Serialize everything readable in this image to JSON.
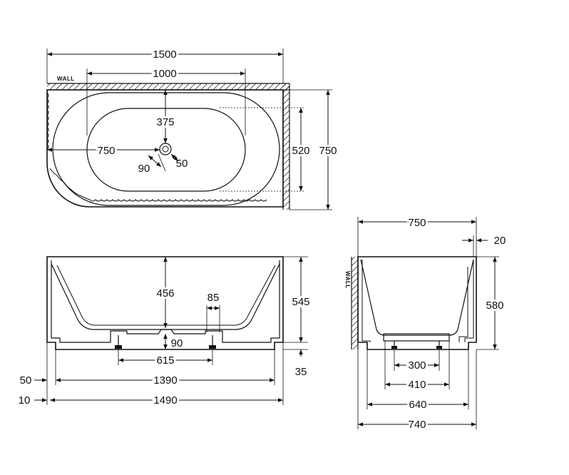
{
  "labels": {
    "wall_top": "WALL",
    "wall_side": "WALL"
  },
  "top_view": {
    "overall_width": "1500",
    "inner_width": "1000",
    "waste_offset": "375",
    "half_length": "750",
    "waste_a": "90",
    "waste_b": "50",
    "inner_depth": "520",
    "overall_depth": "750"
  },
  "front_view": {
    "inner_depth": "456",
    "foot_width": "85",
    "waste_drop": "90",
    "height": "545",
    "feet_spacing": "615",
    "base_gap": "35",
    "left_inset": "50",
    "base_width": "1390",
    "skirt_offset": "10",
    "total_width": "1490"
  },
  "side_view": {
    "top_width": "750",
    "rim": "20",
    "height": "580",
    "frame_inner": "300",
    "frame_outer": "410",
    "base_inner": "640",
    "base_outer": "740"
  }
}
